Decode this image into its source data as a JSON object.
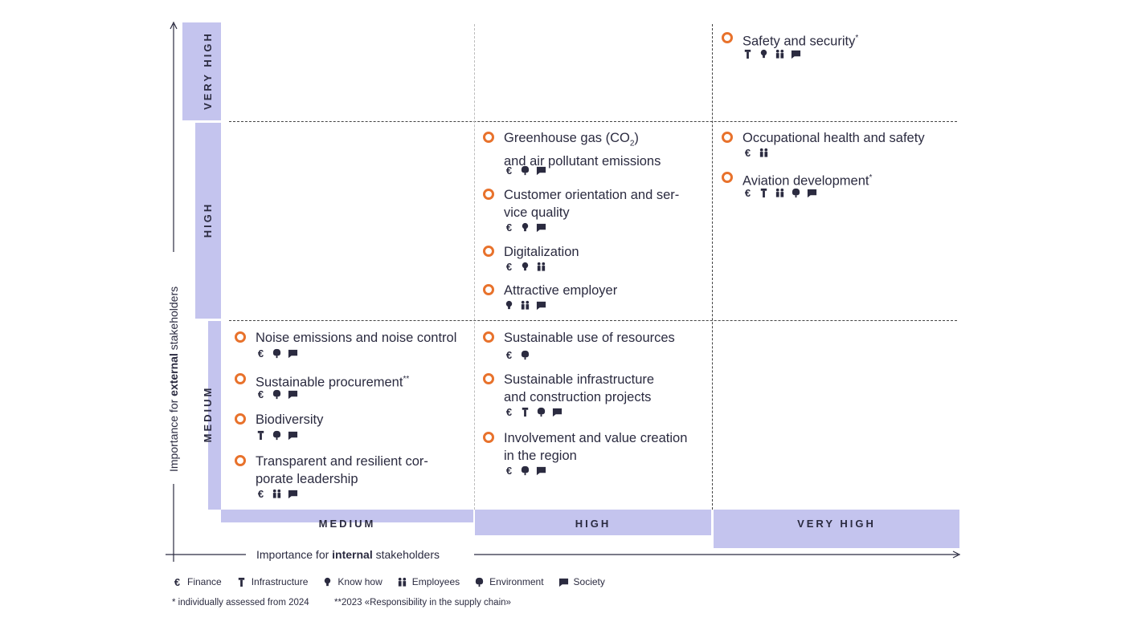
{
  "axes": {
    "y_title_prefix": "Importance for ",
    "y_title_bold": "external",
    "y_title_suffix": " stakeholders",
    "x_title_prefix": "Importance for ",
    "x_title_bold": "internal",
    "x_title_suffix": " stakeholders"
  },
  "levels": {
    "y": [
      "VERY HIGH",
      "HIGH",
      "MEDIUM"
    ],
    "x": [
      "MEDIUM",
      "HIGH",
      "VERY HIGH"
    ]
  },
  "colors": {
    "band": "#c4c4ee",
    "marker": "#e8722c",
    "text": "#2b2b40"
  },
  "topics": {
    "safety": {
      "line1": "Safety and security",
      "sup": "*",
      "icons": [
        "infrastructure-icon",
        "knowhow-icon",
        "employees-icon",
        "society-icon"
      ]
    },
    "ohs": {
      "line1": "Occupational health and safety",
      "icons": [
        "finance-icon",
        "employees-icon"
      ]
    },
    "aviation": {
      "line1": "Aviation development",
      "sup": "*",
      "icons": [
        "finance-icon",
        "infrastructure-icon",
        "employees-icon",
        "environment-icon",
        "society-icon"
      ]
    },
    "ghg": {
      "line1a": "Greenhouse gas (CO",
      "line1sub": "2",
      "line1b": ")",
      "line2": "and air pollutant emissions",
      "icons": [
        "finance-icon",
        "environment-icon",
        "society-icon"
      ]
    },
    "customer": {
      "line1": "Customer orientation and ser-",
      "line2": "vice quality",
      "icons": [
        "finance-icon",
        "knowhow-icon",
        "society-icon"
      ]
    },
    "digital": {
      "line1": "Digitalization",
      "icons": [
        "finance-icon",
        "knowhow-icon",
        "employees-icon"
      ]
    },
    "employer": {
      "line1": "Attractive employer",
      "icons": [
        "knowhow-icon",
        "employees-icon",
        "society-icon"
      ]
    },
    "noise": {
      "line1": "Noise emissions and noise control",
      "icons": [
        "finance-icon",
        "environment-icon",
        "society-icon"
      ]
    },
    "procurement": {
      "line1": "Sustainable procurement",
      "sup": "**",
      "icons": [
        "finance-icon",
        "environment-icon",
        "society-icon"
      ]
    },
    "biodiversity": {
      "line1": "Biodiversity",
      "icons": [
        "infrastructure-icon",
        "environment-icon",
        "society-icon"
      ]
    },
    "leadership": {
      "line1": "Transparent and resilient cor-",
      "line2": "porate leadership",
      "icons": [
        "finance-icon",
        "employees-icon",
        "society-icon"
      ]
    },
    "resources": {
      "line1": "Sustainable use of resources",
      "icons": [
        "finance-icon",
        "environment-icon"
      ]
    },
    "infra": {
      "line1": "Sustainable infrastructure",
      "line2": "and construction projects",
      "icons": [
        "finance-icon",
        "infrastructure-icon",
        "environment-icon",
        "society-icon"
      ]
    },
    "region": {
      "line1": "Involvement and value creation",
      "line2": "in the region",
      "icons": [
        "finance-icon",
        "environment-icon",
        "society-icon"
      ]
    }
  },
  "legend": {
    "finance": "Finance",
    "infrastructure": "Infrastructure",
    "knowhow": "Know how",
    "employees": "Employees",
    "environment": "Environment",
    "society": "Society"
  },
  "footnotes": {
    "single": "* individually assessed from 2024",
    "double": "**2023 «Responsibility in the supply chain»"
  }
}
